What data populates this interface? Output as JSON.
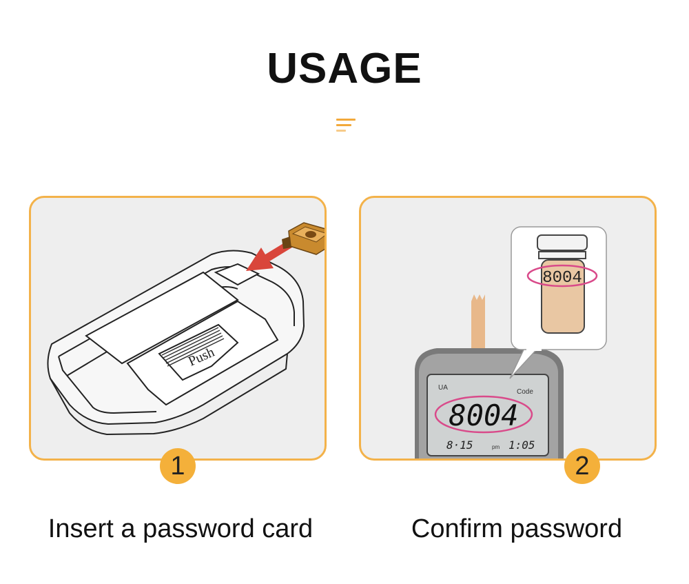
{
  "title": "USAGE",
  "steps": [
    {
      "number": "1",
      "caption": "Insert a password card",
      "illustration": {
        "button_label": "Push"
      }
    },
    {
      "number": "2",
      "caption": "Confirm password",
      "illustration": {
        "vial_code": "8004",
        "display_code": "8004",
        "display_date": "8·15",
        "display_time": "1:05",
        "display_ampm": "pm",
        "display_unit": "UA",
        "display_mode": "Code"
      }
    }
  ],
  "colors": {
    "accent": "#f4b03a",
    "panel_border": "#f3b24a",
    "panel_bg": "#eeeeee",
    "arrow": "#d9463b",
    "highlight_ring": "#d94a8a"
  },
  "icons": {
    "divider": "menu-lines-icon",
    "card": "password-card-icon",
    "arrow": "insert-arrow-icon",
    "meter": "glucose-meter-icon",
    "vial": "test-strip-vial-icon"
  }
}
